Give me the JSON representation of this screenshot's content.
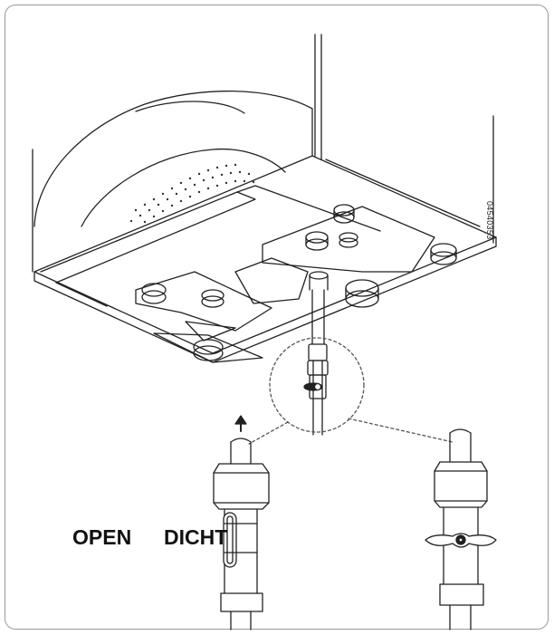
{
  "figure": {
    "drawing_code": "04540353",
    "labels": {
      "open": "OPEN",
      "closed": "DICHT"
    },
    "colors": {
      "line": "#222222",
      "frame_border": "#9a9a9a",
      "background": "#ffffff"
    },
    "icons": [
      "boiler-unit-icon",
      "gas-valve-icon",
      "flow-arrow-icon"
    ]
  }
}
